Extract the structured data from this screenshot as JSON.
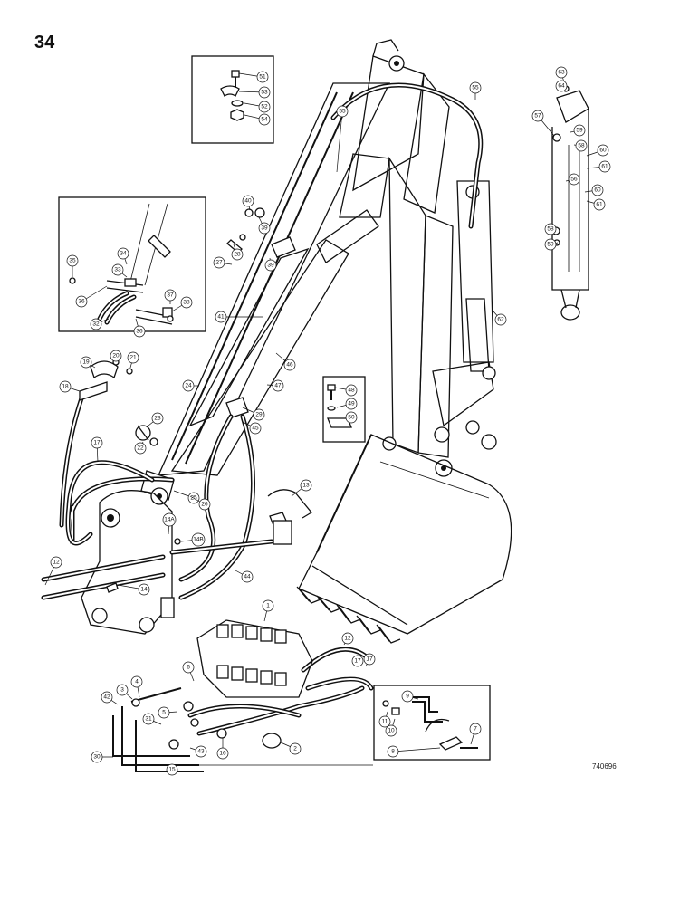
{
  "page": {
    "number": "34",
    "drawing_id": "740696"
  },
  "callouts": [
    {
      "label": "51"
    },
    {
      "label": "53"
    },
    {
      "label": "52"
    },
    {
      "label": "54"
    },
    {
      "label": "55"
    },
    {
      "label": "55"
    },
    {
      "label": "63"
    },
    {
      "label": "64"
    },
    {
      "label": "57"
    },
    {
      "label": "59"
    },
    {
      "label": "58"
    },
    {
      "label": "60"
    },
    {
      "label": "61"
    },
    {
      "label": "56"
    },
    {
      "label": "60"
    },
    {
      "label": "61"
    },
    {
      "label": "58"
    },
    {
      "label": "59"
    },
    {
      "label": "40"
    },
    {
      "label": "39"
    },
    {
      "label": "28"
    },
    {
      "label": "27"
    },
    {
      "label": "39"
    },
    {
      "label": "35"
    },
    {
      "label": "34"
    },
    {
      "label": "33"
    },
    {
      "label": "37"
    },
    {
      "label": "38"
    },
    {
      "label": "36"
    },
    {
      "label": "32"
    },
    {
      "label": "36"
    },
    {
      "label": "41"
    },
    {
      "label": "46"
    },
    {
      "label": "47"
    },
    {
      "label": "48"
    },
    {
      "label": "49"
    },
    {
      "label": "50"
    },
    {
      "label": "62"
    },
    {
      "label": "19"
    },
    {
      "label": "20"
    },
    {
      "label": "21"
    },
    {
      "label": "18"
    },
    {
      "label": "24"
    },
    {
      "label": "23"
    },
    {
      "label": "17"
    },
    {
      "label": "22"
    },
    {
      "label": "29"
    },
    {
      "label": "45"
    },
    {
      "label": "17"
    },
    {
      "label": "25"
    },
    {
      "label": "26"
    },
    {
      "label": "13"
    },
    {
      "label": "14A"
    },
    {
      "label": "14B"
    },
    {
      "label": "12"
    },
    {
      "label": "14"
    },
    {
      "label": "44"
    },
    {
      "label": "1"
    },
    {
      "label": "12"
    },
    {
      "label": "17"
    },
    {
      "label": "6"
    },
    {
      "label": "3"
    },
    {
      "label": "4"
    },
    {
      "label": "42"
    },
    {
      "label": "5"
    },
    {
      "label": "31"
    },
    {
      "label": "9"
    },
    {
      "label": "11"
    },
    {
      "label": "10"
    },
    {
      "label": "7"
    },
    {
      "label": "8"
    },
    {
      "label": "16"
    },
    {
      "label": "2"
    },
    {
      "label": "30"
    },
    {
      "label": "43"
    },
    {
      "label": "15"
    }
  ]
}
